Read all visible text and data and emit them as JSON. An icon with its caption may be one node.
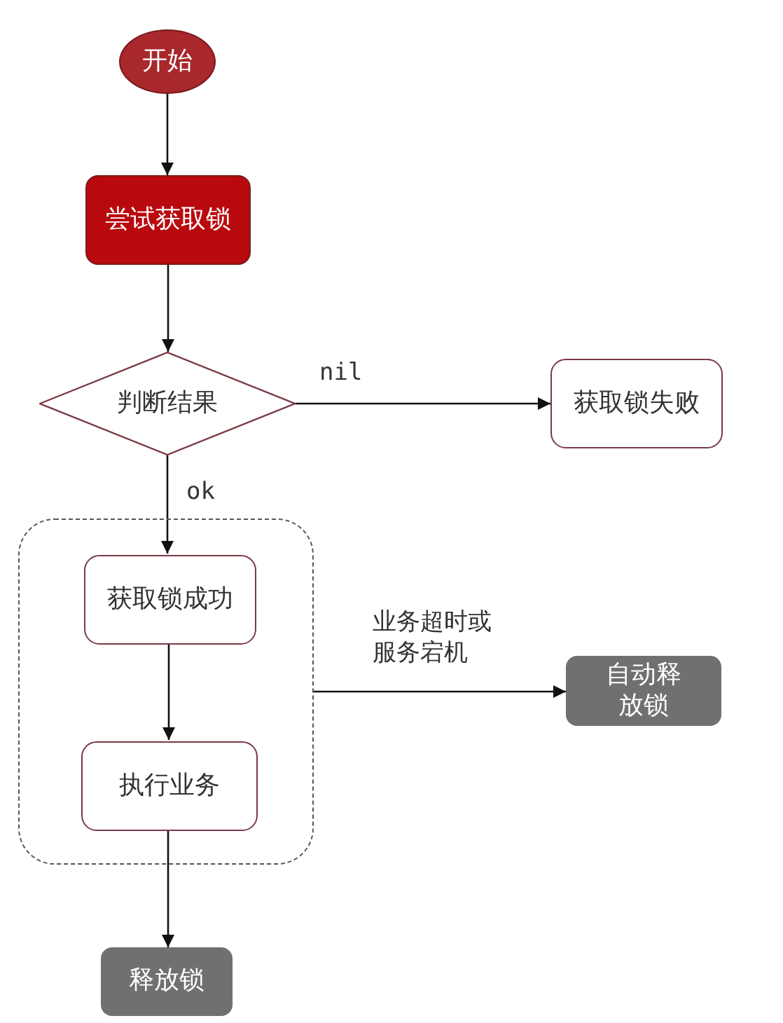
{
  "diagram": {
    "nodes": [
      {
        "text": [
          "开始"
        ]
      },
      {
        "text": [
          "尝试获取锁"
        ]
      },
      {
        "text": [
          "判断结果"
        ]
      },
      {
        "text": [
          "获取锁失败"
        ]
      },
      {
        "text": [],
        "shape": "box"
      },
      {
        "text": [
          "获取锁成功"
        ],
        "in": 4
      },
      {
        "text": [
          "执行业务"
        ],
        "in": 4
      },
      {
        "text": [
          "自动释放锁"
        ]
      },
      {
        "text": [
          "释放锁"
        ]
      }
    ],
    "edges": [
      {
        "from": 0,
        "to": 1,
        "arrow": "to"
      },
      {
        "from": 1,
        "to": 2,
        "arrow": "to"
      },
      {
        "from": 2,
        "to": 3,
        "arrow": "to",
        "label": "nil"
      },
      {
        "from": 2,
        "to": 5,
        "arrow": "to",
        "label": "ok"
      },
      {
        "from": 5,
        "to": 6,
        "arrow": "to"
      },
      {
        "from": 4,
        "to": 7,
        "arrow": "to",
        "label": "业务超时或服务宕机"
      },
      {
        "from": 6,
        "to": 8,
        "arrow": "to"
      }
    ]
  }
}
